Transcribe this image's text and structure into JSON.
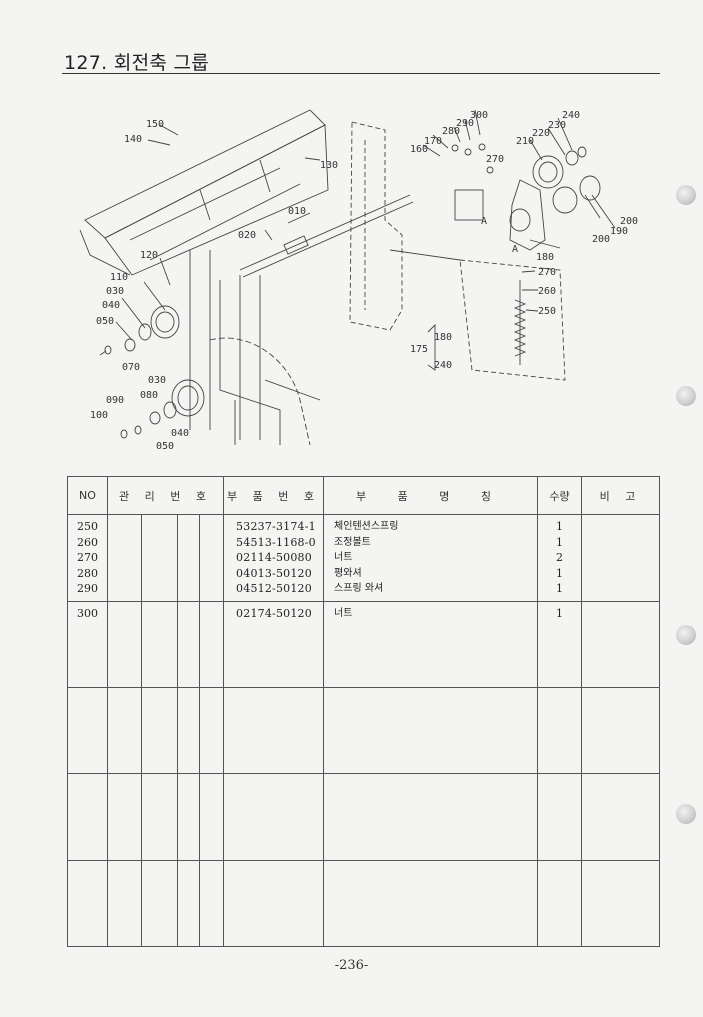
{
  "page": {
    "title": "127. 회전축 그룹",
    "page_number": "-236-"
  },
  "diagram": {
    "labels": [
      "150",
      "140",
      "130",
      "010",
      "020",
      "120",
      "110",
      "030",
      "040",
      "050",
      "070",
      "030",
      "080",
      "090",
      "100",
      "040",
      "050",
      "300",
      "290",
      "280",
      "170",
      "160",
      "270",
      "240",
      "230",
      "220",
      "210",
      "A",
      "180",
      "270",
      "260",
      "250",
      "200",
      "190",
      "200",
      "180",
      "175",
      "240",
      "A"
    ]
  },
  "table": {
    "headers": {
      "no": "NO",
      "mgmt": "관 리 번 호",
      "part": "부 품 번 호",
      "name": "부 품 명 칭",
      "qty": "수량",
      "note": "비 고"
    },
    "groups": [
      {
        "rows": [
          {
            "no": "250",
            "part": "53237-3174-1",
            "name": "체인텐션스프링",
            "qty": "1"
          },
          {
            "no": "260",
            "part": "54513-1168-0",
            "name": "조정볼트",
            "qty": "1"
          },
          {
            "no": "270",
            "part": "02114-50080",
            "name": "너트",
            "qty": "2"
          },
          {
            "no": "280",
            "part": "04013-50120",
            "name": "평와셔",
            "qty": "1"
          },
          {
            "no": "290",
            "part": "04512-50120",
            "name": "스프링 와셔",
            "qty": "1"
          }
        ]
      },
      {
        "rows": [
          {
            "no": "300",
            "part": "02174-50120",
            "name": "너트",
            "qty": "1"
          }
        ]
      },
      {
        "rows": []
      },
      {
        "rows": []
      },
      {
        "rows": []
      }
    ]
  }
}
